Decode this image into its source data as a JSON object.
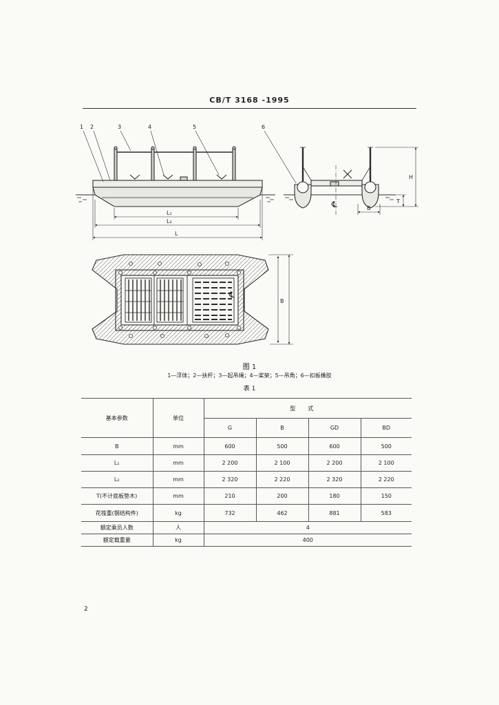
{
  "header": {
    "standard": "CB/T 3168 -1995"
  },
  "figure": {
    "callouts": [
      "1",
      "2",
      "3",
      "4",
      "5",
      "6"
    ],
    "side_dims": {
      "l1": "L₁",
      "l2": "L₂",
      "l": "L"
    },
    "end_dims": {
      "h": "H",
      "t": "T",
      "b": "B"
    },
    "plan_dims": {
      "b": "B"
    },
    "centerline": "℄",
    "caption": "图 1",
    "legend": "1—浮体；2—扶杆；3—起吊绳；4—桨架；5—吊角；6—扣板橡胶"
  },
  "table": {
    "caption": "表 1",
    "head": {
      "param": "基本参数",
      "unit": "单位",
      "type_group": "型式",
      "types": [
        "G",
        "B",
        "GD",
        "BD"
      ]
    },
    "rows": [
      {
        "label": "B",
        "unit": "mm",
        "values": [
          "600",
          "500",
          "600",
          "500"
        ]
      },
      {
        "label": "L₁",
        "unit": "mm",
        "values": [
          "2 200",
          "2 100",
          "2 200",
          "2 100"
        ]
      },
      {
        "label": "L₂",
        "unit": "mm",
        "values": [
          "2 320",
          "2 220",
          "2 320",
          "2 220"
        ]
      },
      {
        "label": "T(不计底板垫木)",
        "unit": "mm",
        "values": [
          "210",
          "200",
          "180",
          "150"
        ]
      },
      {
        "label": "花筏重(钢结构件)",
        "unit": "kg",
        "values": [
          "732",
          "462",
          "881",
          "583"
        ]
      }
    ],
    "shared_rows": [
      {
        "label": "额定乘员人数",
        "unit": "人",
        "value": "4"
      },
      {
        "label": "额定载重量",
        "unit": "kg",
        "value": "400"
      }
    ]
  },
  "page_number": "2"
}
